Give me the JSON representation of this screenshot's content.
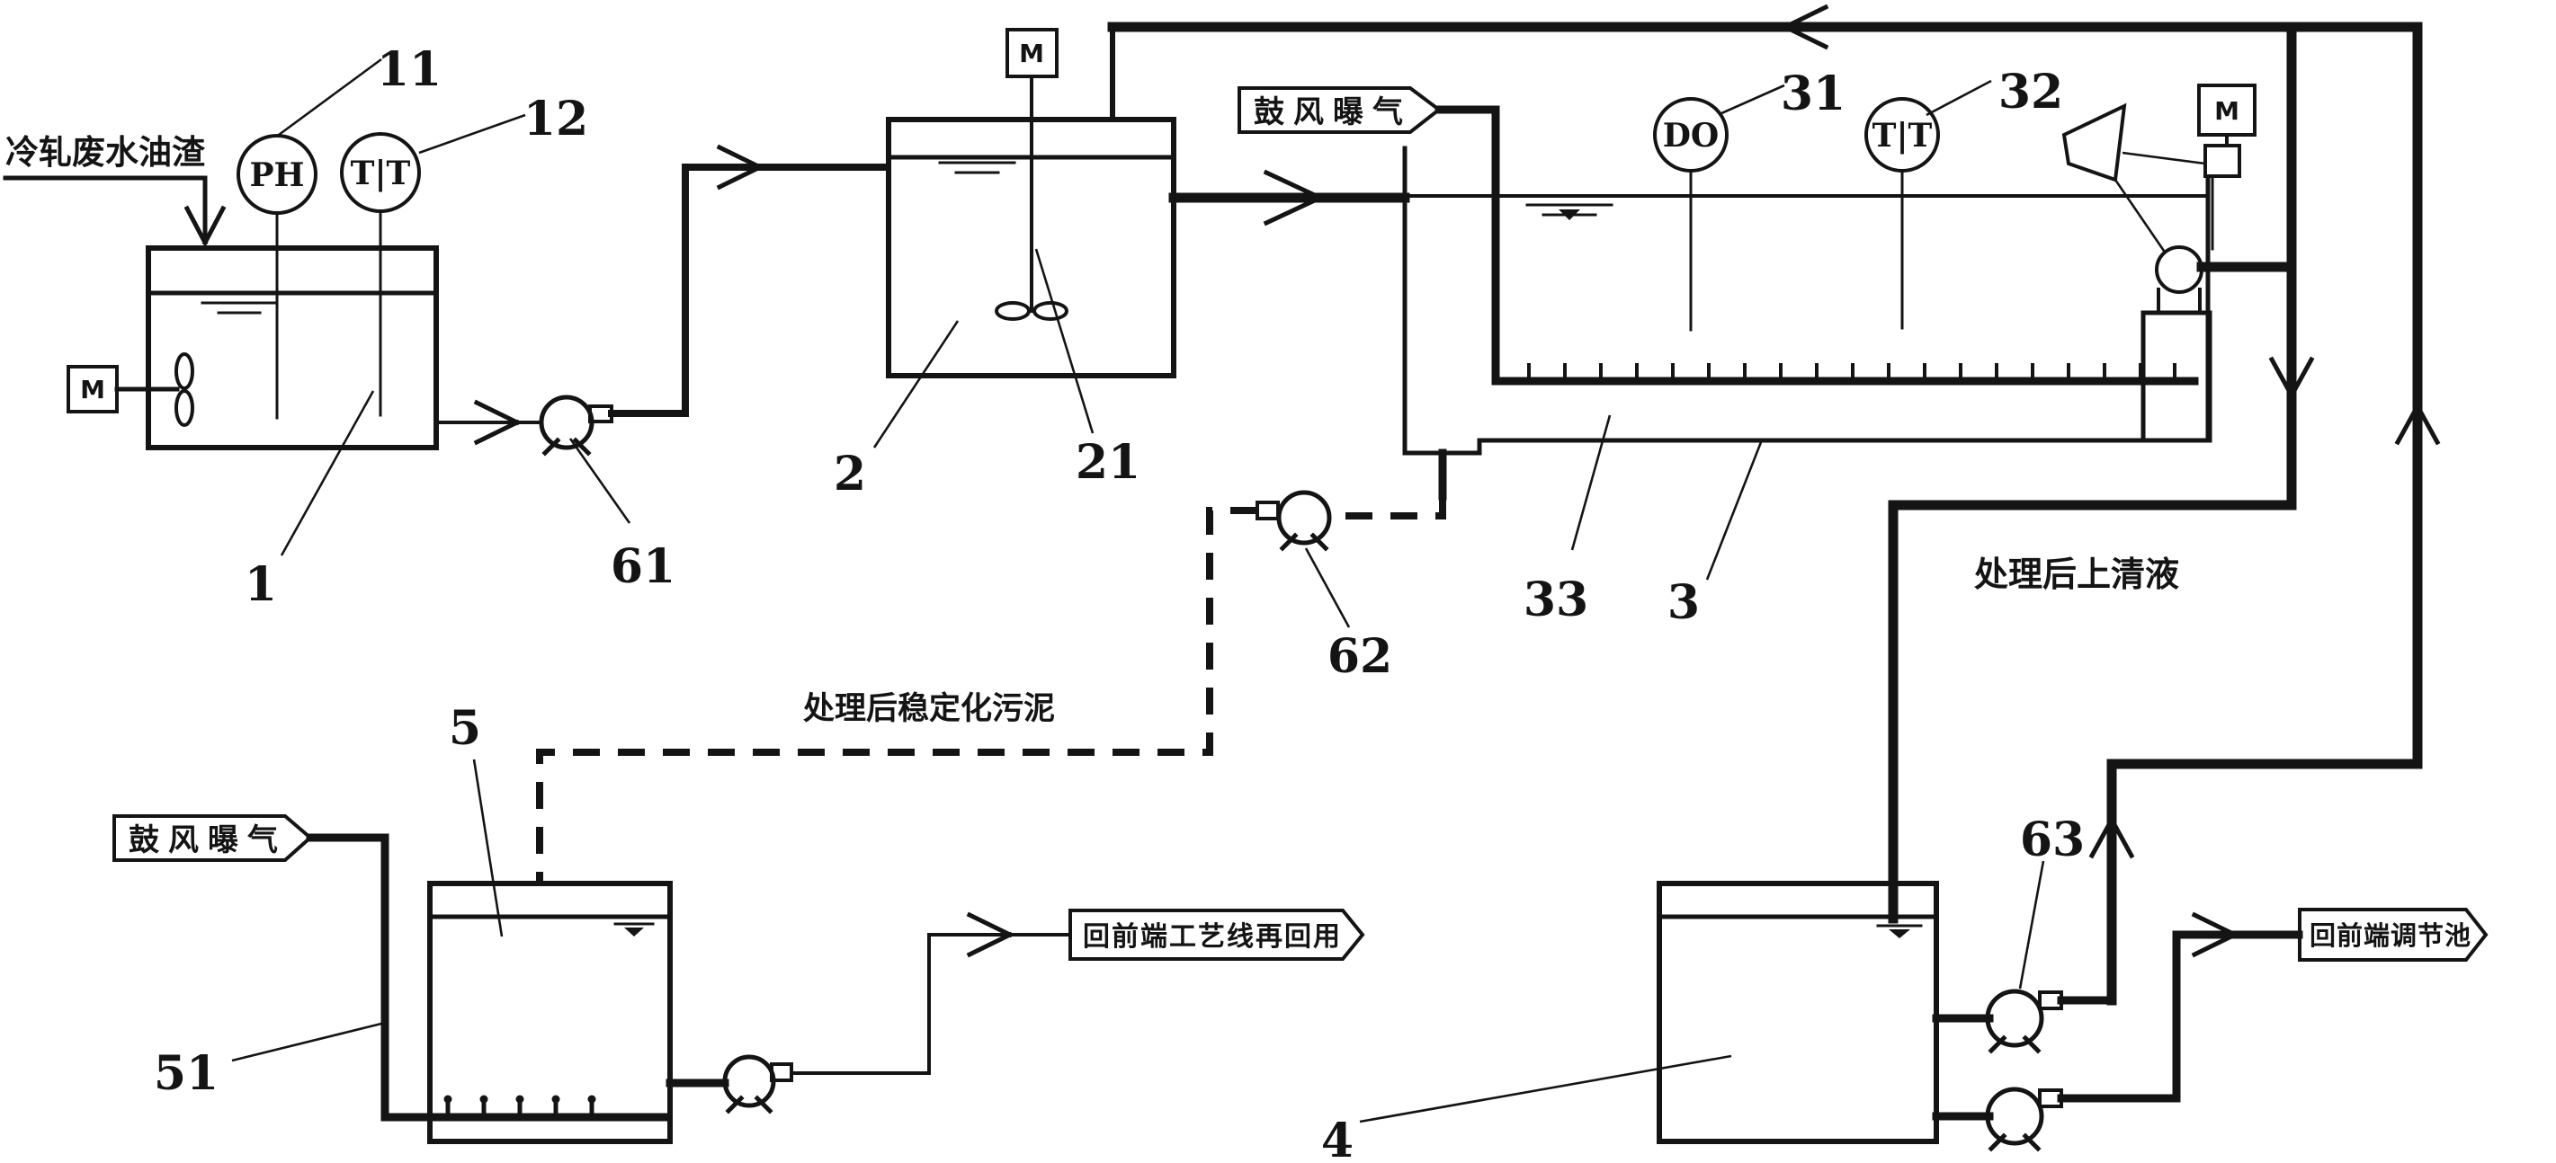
{
  "diagram": {
    "stream_labels": {
      "inlet": "冷轧废水油渣",
      "aeration_top": "鼓风曝气",
      "aeration_bottom": "鼓风曝气",
      "supernatant": "处理后上清液",
      "sludge": "处理后稳定化污泥",
      "reuse": "回前端工艺线再回用",
      "regulating": "回前端调节池"
    },
    "instruments": {
      "ph": "PH",
      "tit1": "T|T",
      "do": "DO",
      "tit2": "T|T"
    },
    "motors": {
      "m1": "M",
      "m2": "M",
      "m3": "M"
    },
    "ref_labels": {
      "r1": "1",
      "r2": "2",
      "r3": "3",
      "r4": "4",
      "r5": "5",
      "r11": "11",
      "r12": "12",
      "r21": "21",
      "r31": "31",
      "r32": "32",
      "r33": "33",
      "r51": "51",
      "r61": "61",
      "r62": "62",
      "r63": "63"
    },
    "colors": {
      "ink": "#141414",
      "background": "#ffffff"
    }
  }
}
